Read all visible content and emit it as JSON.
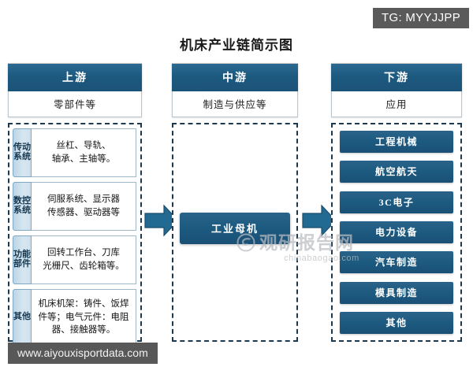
{
  "badge": {
    "label": "TG: MYYJJPP"
  },
  "footer": {
    "url": "www.aiyouxisportdata.com"
  },
  "title": "机床产业链简示图",
  "watermark": {
    "name": "观研报告网",
    "site": "chinabaogao.com"
  },
  "colors": {
    "header_blue": "#1d5a80",
    "tab_light_blue": "#cfe0ed",
    "dashed_border": "#1b3a52",
    "badge_gray": "#5a5a5a",
    "url_gray": "#585858"
  },
  "columns": {
    "upstream": {
      "header": "上游",
      "subtitle": "零部件等",
      "rows": [
        {
          "tab": "传动系统",
          "content": "丝杠、导轨、\n轴承、主轴等。"
        },
        {
          "tab": "数控系统",
          "content": "伺服系统、显示器\n传感器、驱动器等"
        },
        {
          "tab": "功能部件",
          "content": "回转工作台、刀库\n光栅尺、齿轮箱等。"
        },
        {
          "tab": "其他",
          "content": "机床机架：铸件、饭焊件等；电气元件：电阻器、接触器等。"
        }
      ]
    },
    "midstream": {
      "header": "中游",
      "subtitle": "制造与供应等",
      "core": "工业母机"
    },
    "downstream": {
      "header": "下游",
      "subtitle": "应用",
      "items": [
        "工程机械",
        "航空航天",
        "3C电子",
        "电力设备",
        "汽车制造",
        "模具制造",
        "其他"
      ]
    }
  },
  "arrows": {
    "upstream_to_midstream": "right-arrow",
    "midstream_to_downstream": "right-arrow"
  }
}
